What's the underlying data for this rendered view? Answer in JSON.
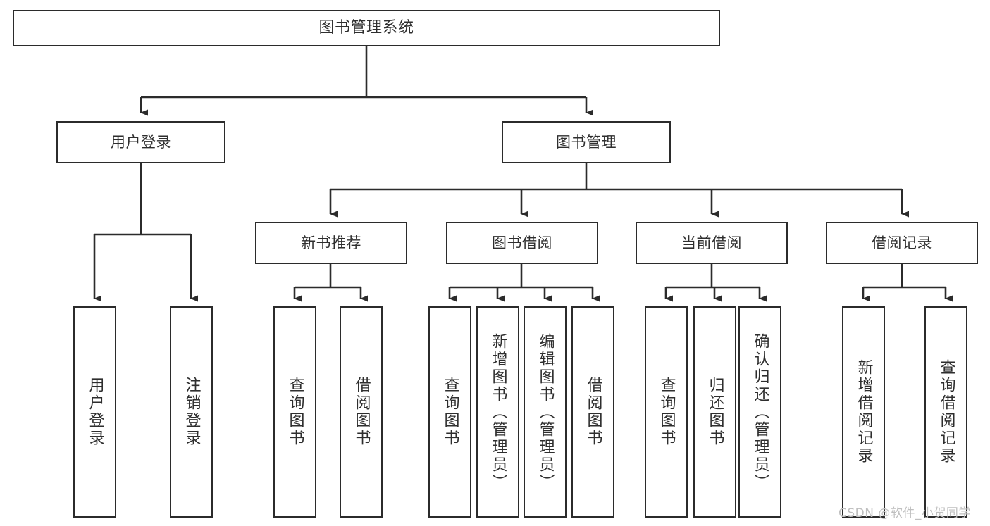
{
  "diagram": {
    "type": "tree-hierarchy",
    "title": "图书管理系统",
    "root": {
      "label": "图书管理系统"
    },
    "level2": [
      {
        "label": "用户登录"
      },
      {
        "label": "图书管理"
      }
    ],
    "level3": [
      {
        "label": "新书推荐"
      },
      {
        "label": "图书借阅"
      },
      {
        "label": "当前借阅"
      },
      {
        "label": "借阅记录"
      }
    ],
    "leaves": {
      "user_login": [
        {
          "label": "用户登录"
        },
        {
          "label": "注销登录"
        }
      ],
      "new_book_recommend": [
        {
          "label": "查询图书"
        },
        {
          "label": "借阅图书"
        }
      ],
      "book_borrow": [
        {
          "label": "查询图书"
        },
        {
          "label": "新增图书（管理员）"
        },
        {
          "label": "编辑图书（管理员）"
        },
        {
          "label": "借阅图书"
        }
      ],
      "current_borrow": [
        {
          "label": "查询图书"
        },
        {
          "label": "归还图书"
        },
        {
          "label": "确认归还（管理员）"
        }
      ],
      "borrow_records": [
        {
          "label": "新增借阅记录"
        },
        {
          "label": "查询借阅记录"
        }
      ]
    }
  },
  "watermark": {
    "text": "CSDN @软件_小贺同学"
  },
  "colors": {
    "box_border": "#2b2b2b",
    "text": "#2e2e2e",
    "background": "#ffffff",
    "connector": "#2b2b2b",
    "watermark": "#bfbfbf"
  }
}
